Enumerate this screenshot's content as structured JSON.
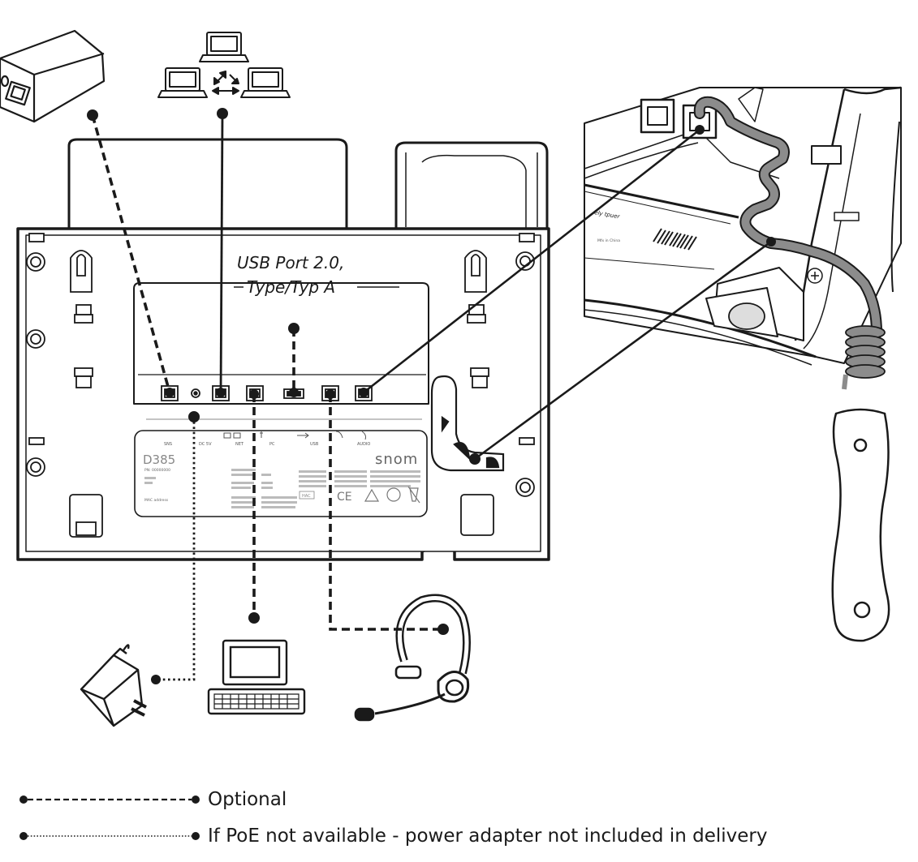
{
  "usb_label": {
    "line1": "USB Port 2.0,",
    "line2": "Type/Typ A"
  },
  "label_plate": {
    "model": "D385",
    "brand": "snom",
    "port_labels": [
      "SNS",
      "DC 5V",
      "NET",
      "PC",
      "USB",
      "",
      "AUDIO"
    ],
    "small_lines": [
      "PN: 00000000",
      "MAC address",
      "HAC"
    ]
  },
  "side_label": {
    "sticker_text": "ely tpuer",
    "barcode_note": "Mfx in China"
  },
  "legend": [
    {
      "style": "dashed",
      "text": "Optional"
    },
    {
      "style": "dotted",
      "text": "If PoE not available - power adapter not included in delivery"
    }
  ],
  "colors": {
    "line": "#1a1a1a",
    "cable_grey": "#8c8c8c",
    "panel": "#ffffff"
  }
}
